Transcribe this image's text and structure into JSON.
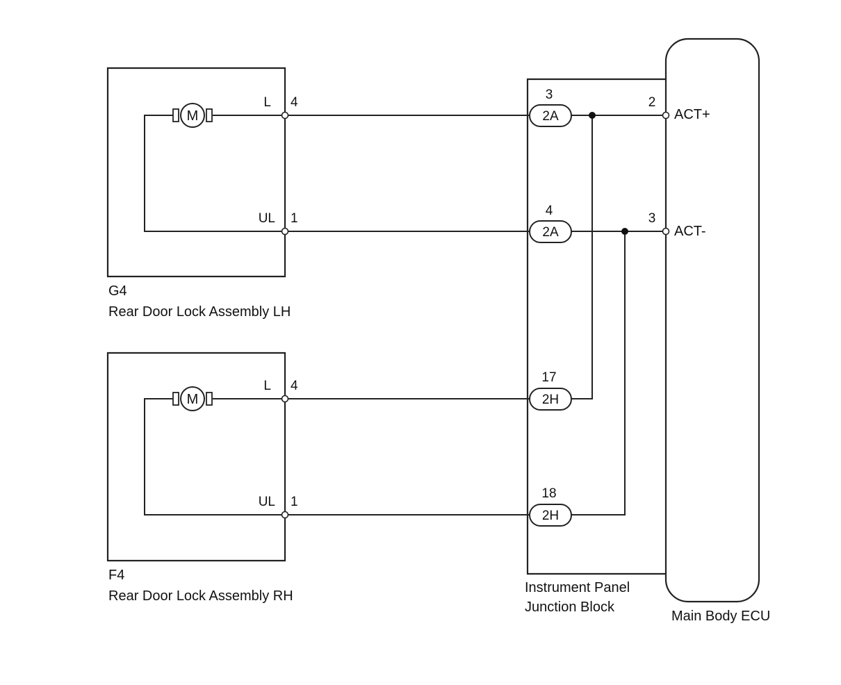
{
  "components": {
    "lh": {
      "code": "G4",
      "name": "Rear Door Lock Assembly LH"
    },
    "rh": {
      "code": "F4",
      "name": "Rear Door Lock Assembly RH"
    },
    "junction": {
      "line1": "Instrument Panel",
      "line2": "Junction Block"
    },
    "ecu": {
      "name": "Main Body ECU"
    }
  },
  "motor_symbol": "M",
  "lock_terminals": {
    "lh_l": {
      "label": "L",
      "pin": "4"
    },
    "lh_ul": {
      "label": "UL",
      "pin": "1"
    },
    "rh_l": {
      "label": "L",
      "pin": "4"
    },
    "rh_ul": {
      "label": "UL",
      "pin": "1"
    }
  },
  "jb_connectors": {
    "c1": {
      "pin": "3",
      "connector": "2A"
    },
    "c2": {
      "pin": "4",
      "connector": "2A"
    },
    "c3": {
      "pin": "17",
      "connector": "2H"
    },
    "c4": {
      "pin": "18",
      "connector": "2H"
    }
  },
  "ecu_terminals": {
    "act_plus": {
      "pin": "2",
      "signal": "ACT+"
    },
    "act_minus": {
      "pin": "3",
      "signal": "ACT-"
    }
  }
}
